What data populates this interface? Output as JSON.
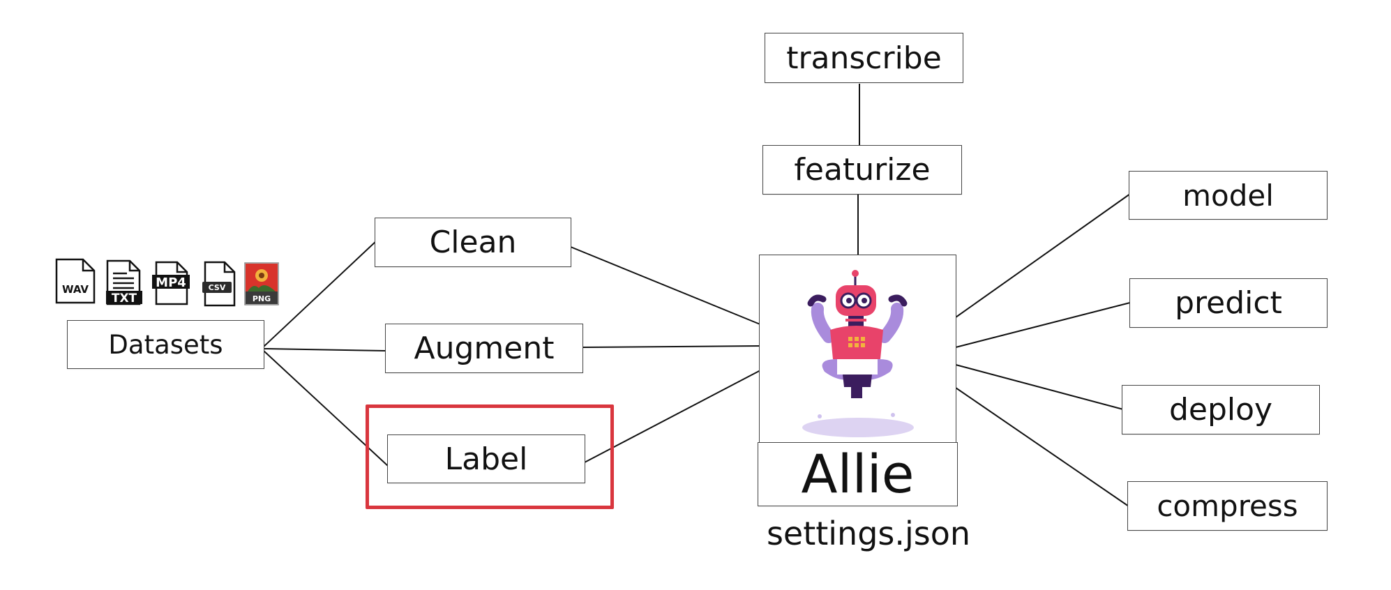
{
  "diagram": {
    "nodes": {
      "datasets": "Datasets",
      "clean": "Clean",
      "augment": "Augment",
      "label": "Label",
      "transcribe": "transcribe",
      "featurize": "featurize",
      "allie": "Allie",
      "settings": "settings.json",
      "model": "model",
      "predict": "predict",
      "deploy": "deploy",
      "compress": "compress"
    },
    "file_icons": [
      "WAV",
      "TXT",
      "MP4",
      "CSV",
      "PNG"
    ],
    "edges": [
      [
        "datasets",
        "clean"
      ],
      [
        "datasets",
        "augment"
      ],
      [
        "datasets",
        "label"
      ],
      [
        "clean",
        "allie"
      ],
      [
        "augment",
        "allie"
      ],
      [
        "label",
        "allie"
      ],
      [
        "transcribe",
        "featurize"
      ],
      [
        "featurize",
        "allie"
      ],
      [
        "allie",
        "model"
      ],
      [
        "allie",
        "predict"
      ],
      [
        "allie",
        "deploy"
      ],
      [
        "allie",
        "compress"
      ]
    ],
    "highlighted_node": "label",
    "colors": {
      "highlight": "#d9363e",
      "robot_body": "#e8436a",
      "robot_arms": "#a98bdc",
      "robot_dark": "#3b1d5e",
      "robot_accent": "#f2b33d",
      "png_thumb": "#d8332b"
    }
  }
}
